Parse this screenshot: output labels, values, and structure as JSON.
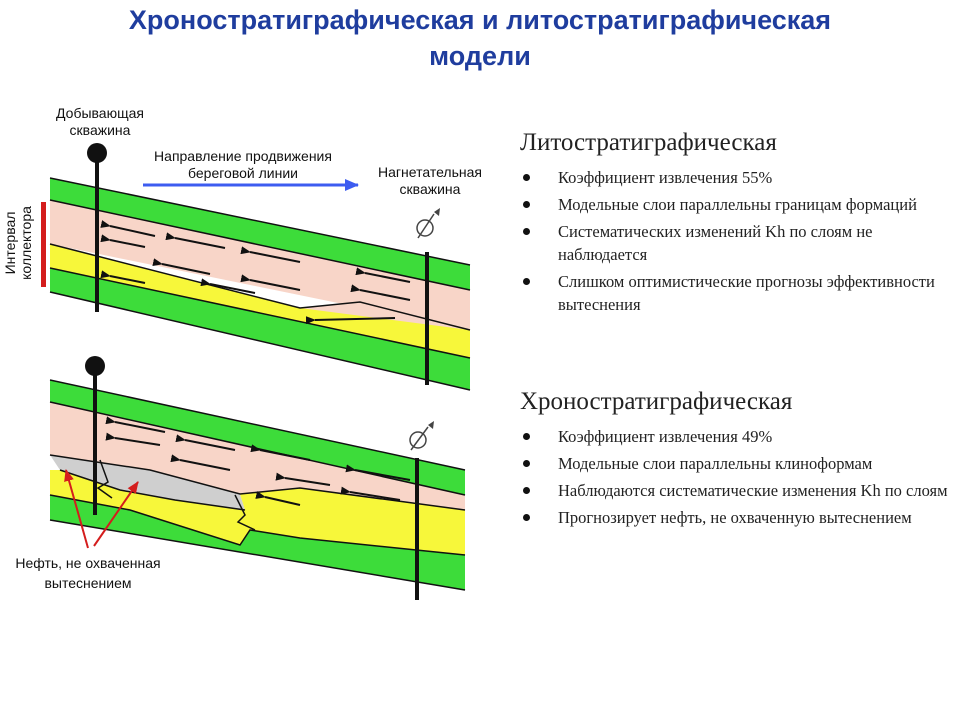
{
  "title": {
    "line1": "Хроностратиграфическая и литостратиграфическая",
    "line2": "модели"
  },
  "diagram": {
    "producing_well": "Добывающая скважина",
    "producing_well_l1": "Добывающая",
    "producing_well_l2": "скважина",
    "shoreline_l1": "Направление продвижения",
    "shoreline_l2": "береговой линии",
    "injection_l1": "Нагнетательная",
    "injection_l2": "скважина",
    "interval_l1": "Интервал",
    "interval_l2": "коллектора",
    "oil_l1": "Нефть, не охваченная",
    "oil_l2": "вытеснением",
    "colors": {
      "green": "#3ddc3a",
      "pink": "#f8d5c8",
      "yellow": "#f7f73a",
      "grey": "#cfcfcf",
      "blue_arrow": "#3d5cf0",
      "red": "#d41d1d"
    }
  },
  "lithostratigraphic": {
    "heading": "Литостратиграфическая",
    "items": [
      "Коэффициент извлечения 55%",
      "Модельные слои параллельны границам формаций",
      "Систематических изменений Kh по слоям не наблюдается",
      "Слишком оптимистические прогнозы эффективности вытеснения"
    ]
  },
  "chronostratigraphic": {
    "heading": "Хроностратиграфическая",
    "items": [
      "Коэффициент извлечения 49%",
      "Модельные слои параллельны клиноформам",
      "Наблюдаются систематические изменения Kh по слоям",
      "Прогнозирует нефть, не охваченную вытеснением"
    ]
  }
}
